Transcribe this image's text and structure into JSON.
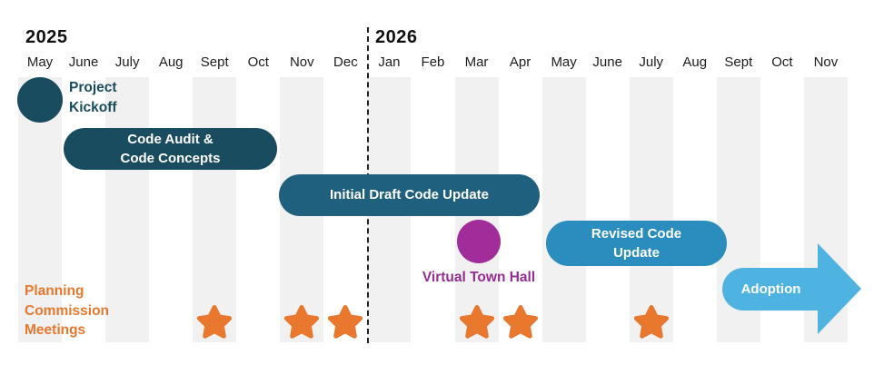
{
  "colors": {
    "dark_teal": "#1a4c60",
    "teal": "#20607f",
    "blue": "#2b8cbe",
    "light_blue": "#4fb3e1",
    "purple": "#a02d9a",
    "purple_text": "#952d92",
    "orange": "#e8782e",
    "stripe": "#f1f1f1"
  },
  "years": [
    {
      "label": "2025"
    },
    {
      "label": "2026"
    }
  ],
  "months": [
    {
      "label": "May",
      "year": "2025"
    },
    {
      "label": "June",
      "year": "2025"
    },
    {
      "label": "July",
      "year": "2025"
    },
    {
      "label": "Aug",
      "year": "2025"
    },
    {
      "label": "Sept",
      "year": "2025"
    },
    {
      "label": "Oct",
      "year": "2025"
    },
    {
      "label": "Nov",
      "year": "2025"
    },
    {
      "label": "Dec",
      "year": "2025"
    },
    {
      "label": "Jan",
      "year": "2026"
    },
    {
      "label": "Feb",
      "year": "2026"
    },
    {
      "label": "Mar",
      "year": "2026"
    },
    {
      "label": "Apr",
      "year": "2026"
    },
    {
      "label": "May",
      "year": "2026"
    },
    {
      "label": "June",
      "year": "2026"
    },
    {
      "label": "July",
      "year": "2026"
    },
    {
      "label": "Aug",
      "year": "2026"
    },
    {
      "label": "Sept",
      "year": "2026"
    },
    {
      "label": "Oct",
      "year": "2026"
    },
    {
      "label": "Nov",
      "year": "2026"
    }
  ],
  "events": [
    {
      "id": "project-kickoff",
      "shape": "circle",
      "month": "May 2025",
      "label_lines": [
        "Project",
        "Kickoff"
      ],
      "label_position": "right",
      "color_key": "dark_teal"
    },
    {
      "id": "code-audit",
      "shape": "pill",
      "start": "June 2025",
      "end": "Oct 2025",
      "label_lines": [
        "Code Audit &",
        "Code Concepts"
      ],
      "color_key": "dark_teal"
    },
    {
      "id": "initial-draft",
      "shape": "pill",
      "start": "Nov 2025",
      "end": "Apr 2026",
      "label_lines": [
        "Initial Draft Code Update"
      ],
      "color_key": "teal"
    },
    {
      "id": "virtual-town-hall",
      "shape": "circle",
      "month": "Mar 2026",
      "label_lines": [
        "Virtual Town Hall"
      ],
      "label_position": "below",
      "color_key": "purple"
    },
    {
      "id": "revised-code",
      "shape": "pill",
      "start": "May 2026",
      "end": "Aug 2026",
      "label_lines": [
        "Revised Code",
        "Update"
      ],
      "color_key": "blue"
    },
    {
      "id": "adoption",
      "shape": "arrow",
      "start": "Sept 2026",
      "end": "Nov 2026",
      "label_lines": [
        "Adoption"
      ],
      "color_key": "light_blue"
    }
  ],
  "meetings": {
    "label_lines": [
      "Planning",
      "Commission",
      "Meetings"
    ],
    "star_months": [
      "Sept 2025",
      "Nov 2025",
      "Dec 2025",
      "Mar 2026",
      "Apr 2026",
      "July 2026"
    ]
  }
}
